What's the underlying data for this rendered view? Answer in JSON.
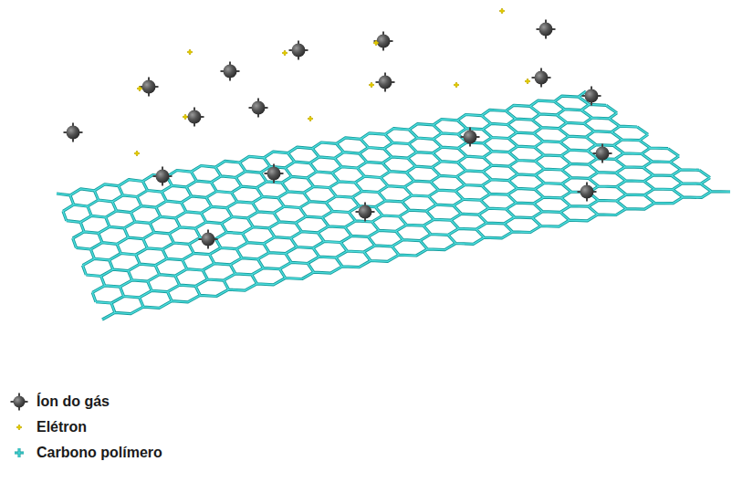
{
  "diagram": {
    "legend": [
      {
        "text": "Íon do gás"
      },
      {
        "text": "Elétron"
      },
      {
        "text": "Carbono polímero"
      }
    ]
  }
}
